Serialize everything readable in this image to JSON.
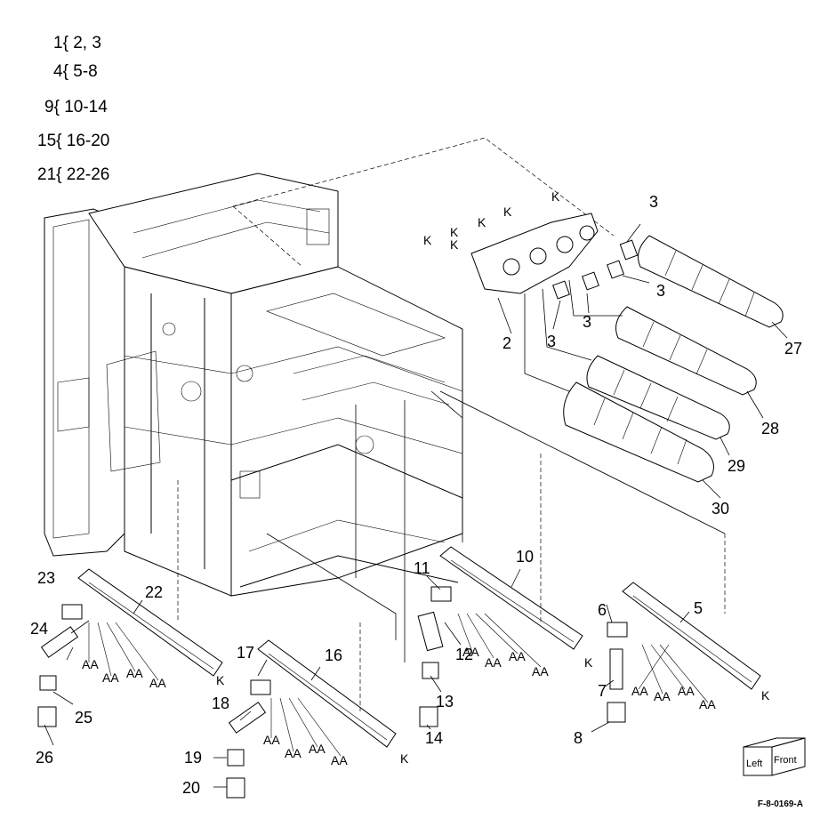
{
  "legend": [
    {
      "parent": "1",
      "children": "2, 3"
    },
    {
      "parent": "4",
      "children": "5-8"
    },
    {
      "parent": "9",
      "children": "10-14"
    },
    {
      "parent": "15",
      "children": "16-20"
    },
    {
      "parent": "21",
      "children": "22-26"
    }
  ],
  "callouts": {
    "c2": "2",
    "c3a": "3",
    "c3b": "3",
    "c3c": "3",
    "c3d": "3",
    "c5": "5",
    "c6": "6",
    "c7": "7",
    "c8": "8",
    "c10": "10",
    "c11": "11",
    "c12": "12",
    "c13": "13",
    "c14": "14",
    "c16": "16",
    "c17": "17",
    "c18": "18",
    "c19": "19",
    "c20": "20",
    "c22": "22",
    "c23": "23",
    "c24": "24",
    "c25": "25",
    "c26": "26",
    "c27": "27",
    "c28": "28",
    "c29": "29",
    "c30": "30"
  },
  "connector_label": "K",
  "aa_label": "AA",
  "orientation_cube": {
    "left": "Left",
    "front": "Front"
  },
  "figure_id": "F-8-0169-A"
}
